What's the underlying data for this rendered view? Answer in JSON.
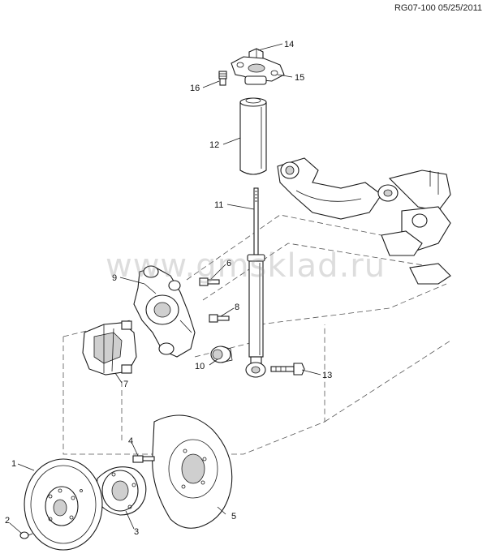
{
  "reference_code": "RG07-100 05/25/2011",
  "watermark": "www.gmsklad.ru",
  "callouts": [
    {
      "id": "1",
      "label": "1"
    },
    {
      "id": "2",
      "label": "2"
    },
    {
      "id": "3",
      "label": "3"
    },
    {
      "id": "4",
      "label": "4"
    },
    {
      "id": "5",
      "label": "5"
    },
    {
      "id": "6",
      "label": "6"
    },
    {
      "id": "7",
      "label": "7"
    },
    {
      "id": "8",
      "label": "8"
    },
    {
      "id": "9",
      "label": "9"
    },
    {
      "id": "10",
      "label": "10"
    },
    {
      "id": "11",
      "label": "11"
    },
    {
      "id": "12",
      "label": "12"
    },
    {
      "id": "13",
      "label": "13"
    },
    {
      "id": "14",
      "label": "14"
    },
    {
      "id": "15",
      "label": "15"
    },
    {
      "id": "16",
      "label": "16"
    }
  ]
}
